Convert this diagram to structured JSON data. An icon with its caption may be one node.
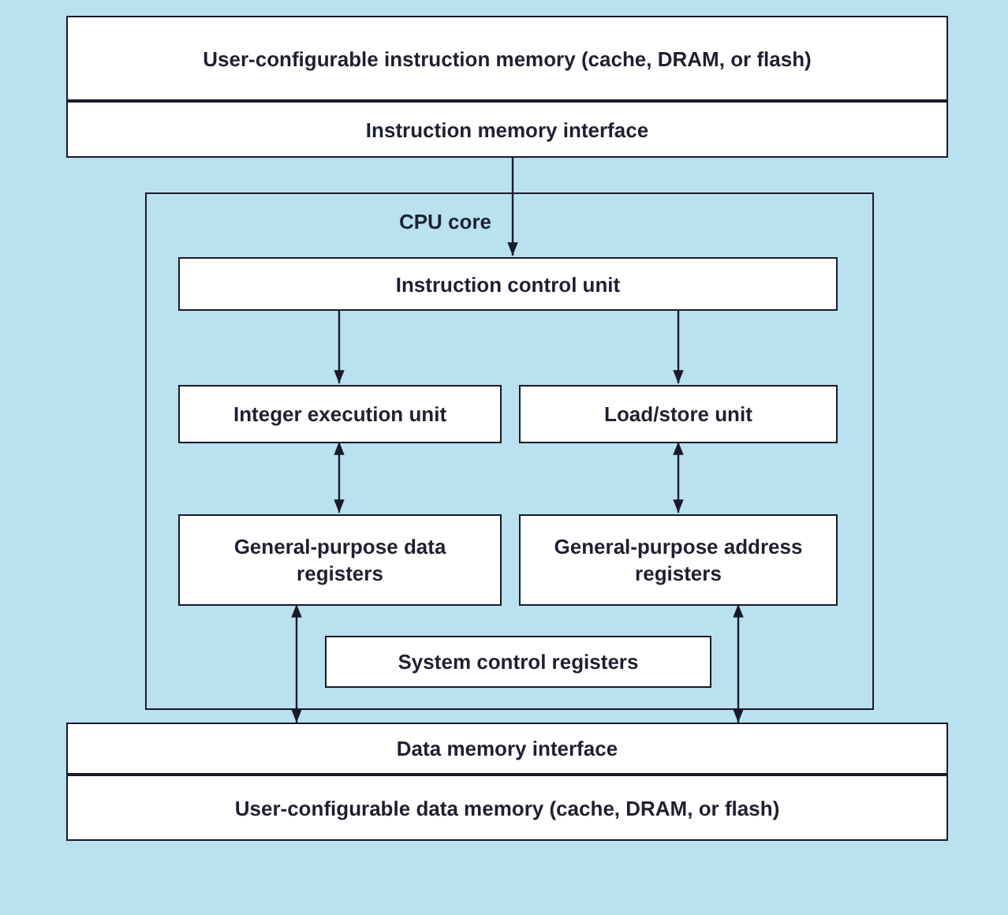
{
  "diagram": {
    "nodes": [
      {
        "text": [
          "User-configurable instruction memory (cache, DRAM, or flash)"
        ]
      },
      {
        "text": [
          "Instruction memory interface"
        ]
      },
      {
        "text": [
          "CPU core"
        ]
      },
      {
        "text": [
          "Instruction control unit"
        ],
        "in": 2
      },
      {
        "text": [
          "Integer execution unit"
        ],
        "in": 2
      },
      {
        "text": [
          "Load/store unit"
        ],
        "in": 2
      },
      {
        "text": [
          "General-purpose data registers"
        ],
        "in": 2
      },
      {
        "text": [
          "General-purpose address registers"
        ],
        "in": 2
      },
      {
        "text": [
          "System control registers"
        ],
        "in": 2
      },
      {
        "text": [
          "Data memory interface"
        ]
      },
      {
        "text": [
          "User-configurable data memory (cache,  DRAM, or flash)"
        ]
      }
    ],
    "edges": [
      {
        "from": 1,
        "to": 3,
        "arrow": "to"
      },
      {
        "from": 3,
        "to": 4,
        "arrow": "to"
      },
      {
        "from": 3,
        "to": 5,
        "arrow": "to"
      },
      {
        "from": 4,
        "to": 6,
        "arrow": "both"
      },
      {
        "from": 5,
        "to": 7,
        "arrow": "both"
      },
      {
        "from": 6,
        "to": 9,
        "arrow": "both"
      },
      {
        "from": 7,
        "to": 9,
        "arrow": "both"
      }
    ]
  }
}
